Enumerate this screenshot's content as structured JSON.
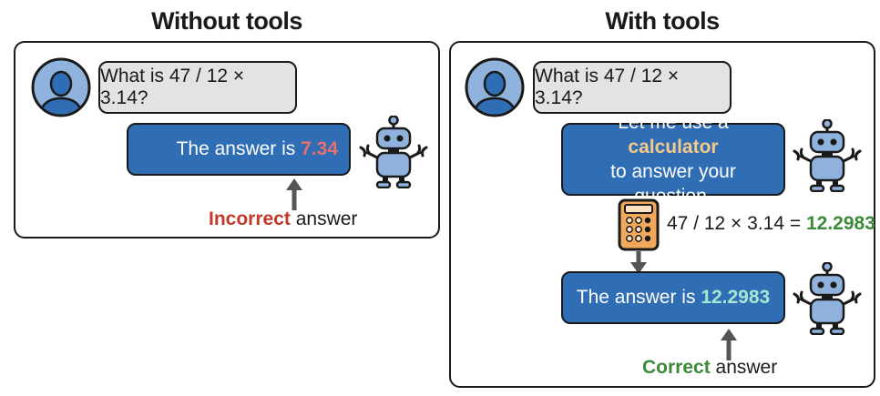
{
  "left": {
    "heading": "Without tools",
    "question": "What is 47 / 12 × 3.14?",
    "answer_prefix": "The answer is ",
    "answer_value": "7.34",
    "caption_highlight": "Incorrect",
    "caption_rest": " answer"
  },
  "right": {
    "heading": "With tools",
    "question": "What is 47 / 12 × 3.14?",
    "tool_line1_prefix": "Let me use a ",
    "tool_keyword": "calculator",
    "tool_line2": "to answer your question.",
    "equation_prefix": "47 / 12 × 3.14 = ",
    "equation_result": "12.2983",
    "answer_prefix": "The answer is ",
    "answer_value": "12.2983",
    "caption_highlight": "Correct",
    "caption_rest": " answer"
  },
  "colors": {
    "bubble_blue": "#2f6db5",
    "robot_blue": "#8fb3dc",
    "calculator_orange": "#f3a95b",
    "incorrect_red": "#c0392b",
    "correct_green": "#3a8a3a"
  },
  "icons": [
    "user-icon",
    "robot-icon",
    "calculator-icon",
    "arrow-up-icon",
    "arrow-down-icon"
  ]
}
